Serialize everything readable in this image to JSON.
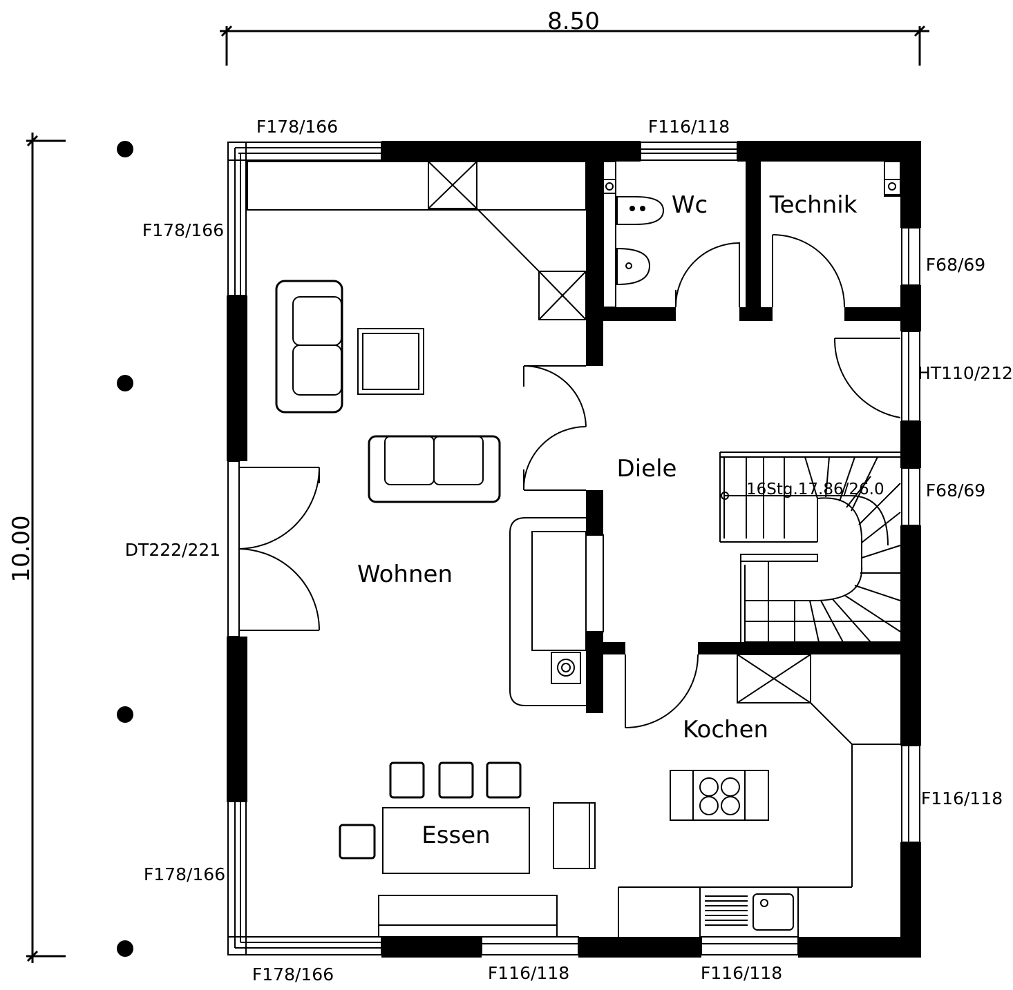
{
  "dimensions": {
    "width": "8.50",
    "height": "10.00"
  },
  "rooms": {
    "wc": "Wc",
    "technik": "Technik",
    "diele": "Diele",
    "wohnen": "Wohnen",
    "kochen": "Kochen",
    "essen": "Essen"
  },
  "openings": {
    "top_left": "F178/166",
    "top_mid": "F116/118",
    "left_top": "F178/166",
    "left_door": "DT222/221",
    "left_bottom": "F178/166",
    "bottom_left": "F178/166",
    "bottom_mid": "F116/118",
    "bottom_right": "F116/118",
    "right_technik": "F68/69",
    "right_entry": "HT110/212",
    "right_stair": "F68/69",
    "right_kitchen": "F116/118"
  },
  "stair": "16Stg.17.86/26.0"
}
